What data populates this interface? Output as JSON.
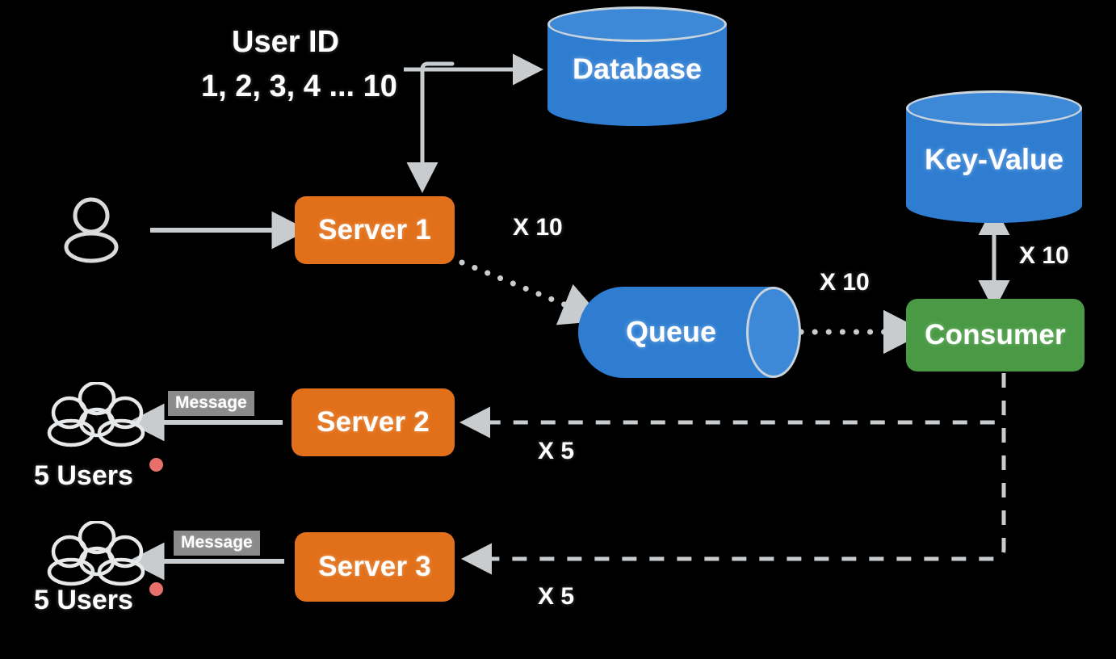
{
  "diagram": {
    "title_block": {
      "line1": "User ID",
      "line2": "1, 2, 3, 4 ... 10"
    },
    "background_color": "#000000",
    "colors": {
      "server": "#E2701A",
      "consumer": "#4A9A45",
      "datastore": "#2E7DD1",
      "datastore_top": "#3D89D8",
      "wire": "#C9CCCE",
      "badge": "#8A8A8A",
      "dot": "#E8706A"
    },
    "nodes": {
      "database": "Database",
      "key_value": "Key-Value",
      "queue": "Queue",
      "consumer": "Consumer",
      "server1": "Server 1",
      "server2": "Server 2",
      "server3": "Server 3"
    },
    "edge_labels": {
      "server1_to_queue": "X 10",
      "queue_to_consumer": "X 10",
      "consumer_to_keyvalue": "X 10",
      "consumer_to_server2": "X 5",
      "consumer_to_server3": "X 5"
    },
    "message_badges": {
      "server2": "Message",
      "server3": "Message"
    },
    "user_groups": {
      "group1": "5 Users",
      "group2": "5 Users"
    }
  }
}
